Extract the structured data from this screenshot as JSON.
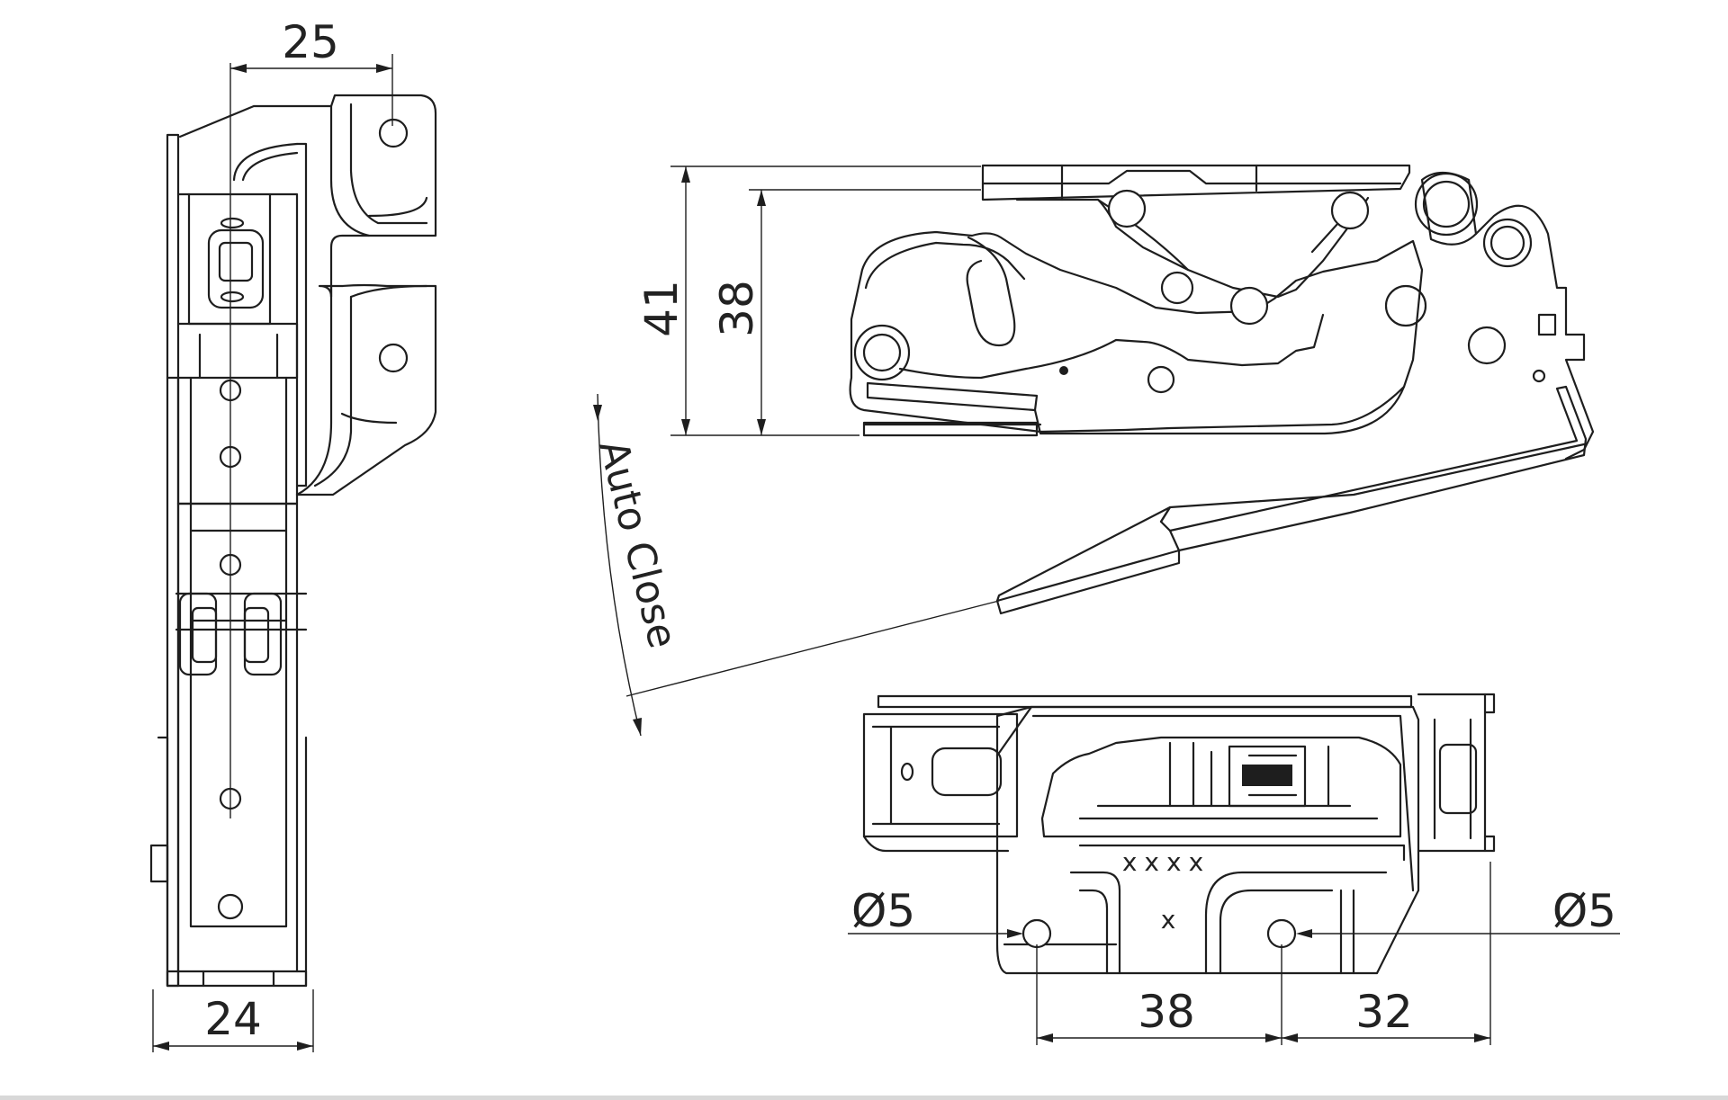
{
  "dimensions": {
    "side_top_width": "25",
    "side_bottom_width": "24",
    "arm_height_outer": "41",
    "arm_height_inner": "38",
    "hole_diameter_left": "Ø5",
    "hole_diameter_right": "Ø5",
    "hole_spacing": "38",
    "hole_edge_offset": "32"
  },
  "labels": {
    "auto_close": "Auto Close",
    "marking_top": "xxxx",
    "marking_center": "x"
  }
}
